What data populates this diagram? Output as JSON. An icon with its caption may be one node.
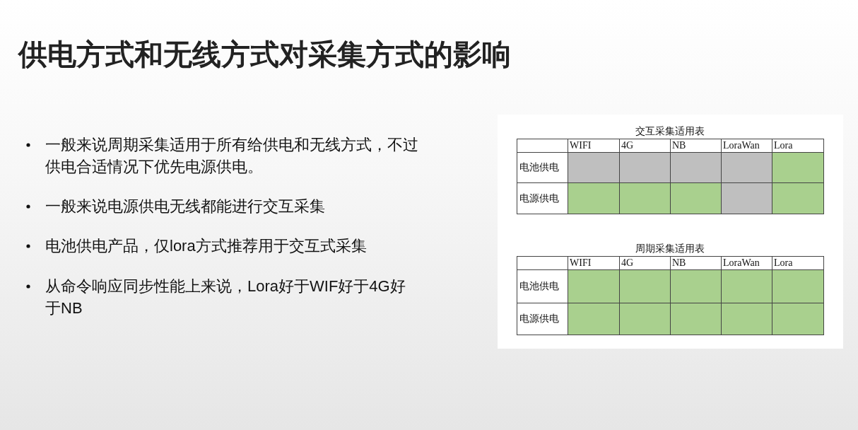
{
  "diagram": {
    "title": "供电方式和无线方式对采集方式的影响",
    "labels": [
      "一般来说周期采集适用于所有给供电和无线方式，不过供电合适情况下优先电源供电。",
      "一般来说电源供电无线都能进行交互采集",
      "电池供电产品，仅lora方式推荐用于交互式采集",
      "从命令响应同步性能上来说，Lora好于WIF好于4G好于NB",
      "交互采集适用表",
      "WIFI",
      "4G",
      "NB",
      "LoraWan",
      "Lora",
      "电池供电",
      "电源供电",
      "周期采集适用表",
      "WIFI",
      "4G",
      "NB",
      "LoraWan",
      "Lora",
      "电池供电",
      "电源供电"
    ]
  }
}
